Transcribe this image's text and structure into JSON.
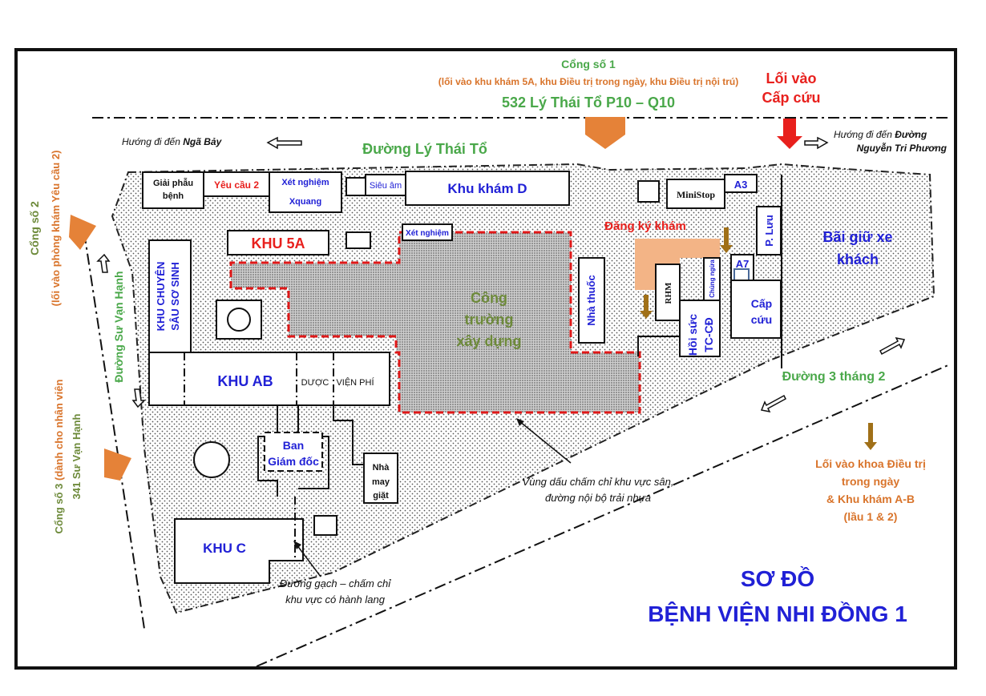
{
  "colors": {
    "green": "#4aa84a",
    "orange": "#d9742b",
    "red": "#e8201d",
    "blue": "#2121d6",
    "olive": "#6d8a3a",
    "salmon": "#f3b486",
    "dark": "#111111"
  },
  "header": {
    "gate1_title": "Cổng số 1",
    "gate1_note": "(lối vào khu khám 5A, khu Điều trị trong ngày, khu Điều trị nội trú)",
    "gate1_address": "532  Lý Thái Tổ  P10 – Q10",
    "emergency_entrance_l1": "Lối vào",
    "emergency_entrance_l2": "Cấp cứu"
  },
  "streets": {
    "ly_thai_to": "Đường Lý Thái Tổ",
    "to_nga_bay_prefix": "Hướng đi đến ",
    "to_nga_bay_place": "Ngã Bảy",
    "to_ntp_prefix": "Hướng đi đến ",
    "to_ntp_place_l1": "Đường",
    "to_ntp_place_l2": "Nguyễn Tri Phương",
    "su_van_hanh": "Đường Sư Vạn Hạnh",
    "ba_thang_hai": "Đường 3 tháng 2"
  },
  "gates": {
    "gate2_title": "Cổng số 2",
    "gate2_note": "(lối vào phòng khám Yêu cầu 2)",
    "gate3_title": "Cổng số 3",
    "gate3_note": "(dành cho nhân viên",
    "gate3_address": "341 Sư Vạn Hạnh"
  },
  "buildings": {
    "giai_phau_l1": "Giải phẫu",
    "giai_phau_l2": "bệnh",
    "yeu_cau_2": "Yêu cầu 2",
    "xet_nghiem_xquang_l1": "Xét nghiệm",
    "xet_nghiem_xquang_l2": "Xquang",
    "sieu_am": "Siêu âm",
    "khu_kham_d": "Khu khám D",
    "ministop": "MiniStop",
    "a3": "A3",
    "khu_5a": "KHU 5A",
    "xet_nghiem": "Xét nghiệm",
    "dang_ky_kham": "Đăng ký khám",
    "p_luu": "P. Lưu",
    "a7": "A7",
    "chung_ngua": "Chủng ngừa",
    "rhm": "RHM",
    "hoi_suc": "Hồi sức",
    "tc_cd": "TC-CĐ",
    "cap_cuu_l1": "Cấp",
    "cap_cuu_l2": "cứu",
    "nha_thuoc": "Nhà thuốc",
    "bai_xe_l1": "Bãi giữ xe",
    "bai_xe_l2": "khách",
    "khu_chuyen_sau_l1": "KHU CHUYÊN",
    "khu_chuyen_sau_l2": "SÂU SƠ SINH",
    "khu_ab": "KHU  AB",
    "duoc": "DƯỢC",
    "vien_phi": "VIỆN PHÍ",
    "ban_giam_doc_l1": "Ban",
    "ban_giam_doc_l2": "Giám đốc",
    "nha_may_giat_l1": "Nhà",
    "nha_may_giat_l2": "may",
    "nha_may_giat_l3": "giặt",
    "khu_c": "KHU C",
    "cong_truong_l1": "Công",
    "cong_truong_l2": "trường",
    "cong_truong_l3": "xây dựng"
  },
  "notes": {
    "dotted_l1": "Vùng dấu chấm chỉ khu vực sân,",
    "dotted_l2": "đường nội bộ trải nhựa",
    "dashdot_l1": "Đường gạch – chấm chỉ",
    "dashdot_l2": "khu vực có hành lang",
    "day_treatment_l1": "Lối vào khoa Điều trị",
    "day_treatment_l2": "trong ngày",
    "day_treatment_l3": "& Khu khám A-B",
    "day_treatment_l4": "(lầu 1 & 2)"
  },
  "title": {
    "line1": "SƠ ĐỒ",
    "line2": "BỆNH VIỆN NHI ĐỒNG 1"
  }
}
